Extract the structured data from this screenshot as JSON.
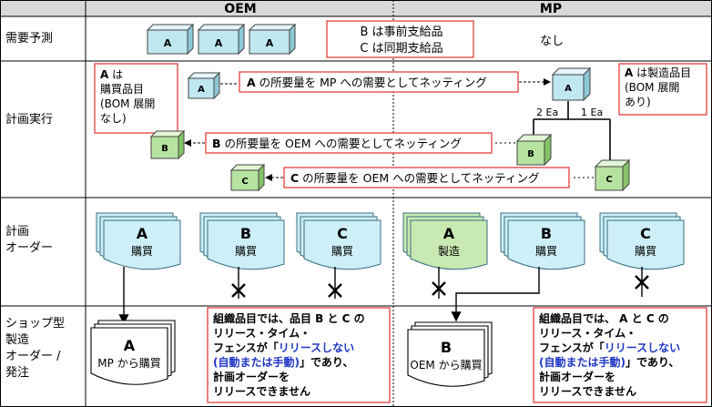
{
  "header": {
    "oem": "OEM",
    "mp": "MP"
  },
  "rows": {
    "forecast": "需要予測",
    "plan_exec": "計画実行",
    "planned_orders": [
      "計画",
      "オーダー"
    ],
    "shop_orders": [
      "ショップ型",
      "製造",
      "オーダー /",
      "発注"
    ]
  },
  "forecast_box": {
    "line1": "B は事前支給品",
    "line2": "C は同期支給品"
  },
  "mp_none": "なし",
  "cube_a": "A",
  "cube_b": "B",
  "cube_c": "C",
  "note_oem": {
    "bold": "A",
    "line1": " は",
    "line2": "購買品目",
    "line3": "(BOM 展開",
    "line4": "なし)"
  },
  "note_mp": {
    "bold": "A",
    "line1": " は製造品目",
    "line2": "(BOM 展開",
    "line3": "あり)"
  },
  "net_a": {
    "bold": "A",
    "text": " の所要量を MP への需要としてネッティング"
  },
  "net_b": {
    "bold": "B",
    "text": " の所要量を OEM への需要としてネッティング"
  },
  "net_c": {
    "bold": "C",
    "text": " の所要量を OEM への需要としてネッティング"
  },
  "qty_b": "2 Ea",
  "qty_c": "1 Ea",
  "orders_oem": [
    {
      "letter": "A",
      "label": "購買",
      "fill": "#cdeff8"
    },
    {
      "letter": "B",
      "label": "購買",
      "fill": "#cdeff8"
    },
    {
      "letter": "C",
      "label": "購買",
      "fill": "#cdeff8"
    }
  ],
  "orders_mp": [
    {
      "letter": "A",
      "label": "製造",
      "fill": "#c9e9b2"
    },
    {
      "letter": "B",
      "label": "購買",
      "fill": "#cdeff8"
    },
    {
      "letter": "C",
      "label": "購買",
      "fill": "#cdeff8"
    }
  ],
  "shop_oem": {
    "letter": "A",
    "label": "MP から購買"
  },
  "shop_mp": {
    "letter": "B",
    "label": "OEM から購買"
  },
  "note_release_oem": {
    "l1": "組織品目では、品目 B と C の",
    "l2": "リリース・タイム・",
    "l3a": "フェンスが「",
    "l3b": "リリースしない",
    "l4a": "(自動または手動)",
    "l4b": "」であり、",
    "l5": "計画オーダーを",
    "l6": "リリースできません"
  },
  "note_release_mp": {
    "l1": "組織品目では、 A と C の",
    "l2": "リリース・タイム・",
    "l3a": "フェンスが「",
    "l3b": "リリースしない",
    "l4a": "(自動または手動)",
    "l4b": "」であり、",
    "l5": "計画オーダーを",
    "l6": "リリースできません"
  },
  "colors": {
    "header_bg": "#d9d9d9",
    "cube_blue": "#bfe8f0",
    "cube_green": "#b7e3a1",
    "note_border": "#e03030",
    "highlight_text": "#1f35c4"
  }
}
